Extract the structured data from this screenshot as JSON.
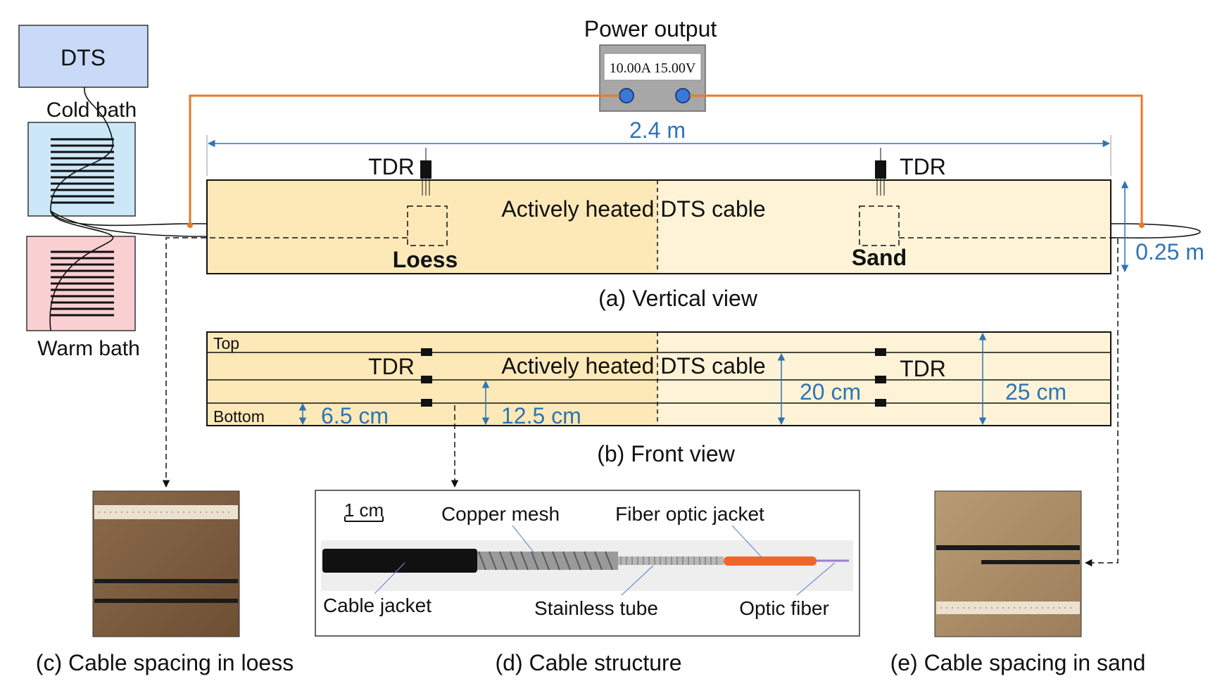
{
  "dts_label": "DTS",
  "cold_bath_label": "Cold bath",
  "warm_bath_label": "Warm bath",
  "power": {
    "title": "Power output",
    "display": "10.00A 15.00V"
  },
  "vertical_view": {
    "length_label": "2.4 m",
    "width_label": "0.25 m",
    "tdr_left": "TDR",
    "tdr_right": "TDR",
    "cable_label": "Actively heated DTS cable",
    "loess_label": "Loess",
    "sand_label": "Sand",
    "caption": "(a) Vertical view"
  },
  "front_view": {
    "top_label": "Top",
    "bottom_label": "Bottom",
    "tdr_left": "TDR",
    "tdr_right": "TDR",
    "cable_label": "Actively heated DTS cable",
    "dim_65": "6.5 cm",
    "dim_125": "12.5 cm",
    "dim_20": "20 cm",
    "dim_25": "25 cm",
    "caption": "(b) Front view"
  },
  "cable_structure": {
    "scale_label": "1 cm",
    "copper_mesh": "Copper mesh",
    "fiber_optic_jacket": "Fiber optic jacket",
    "cable_jacket": "Cable jacket",
    "stainless_tube": "Stainless tube",
    "optic_fiber": "Optic fiber",
    "caption": "(d) Cable structure"
  },
  "captions": {
    "loess_photo": "(c) Cable spacing in loess",
    "sand_photo": "(e) Cable spacing in sand"
  },
  "colors": {
    "orange_wire": "#e8782a",
    "dim_blue": "#2e74b5",
    "loess_fill": "#fde9b8",
    "sand_fill": "#fef3d6",
    "cold_bath": "#cce8f8",
    "warm_bath": "#f9cfd2",
    "dts_box": "#c9d9f8"
  }
}
